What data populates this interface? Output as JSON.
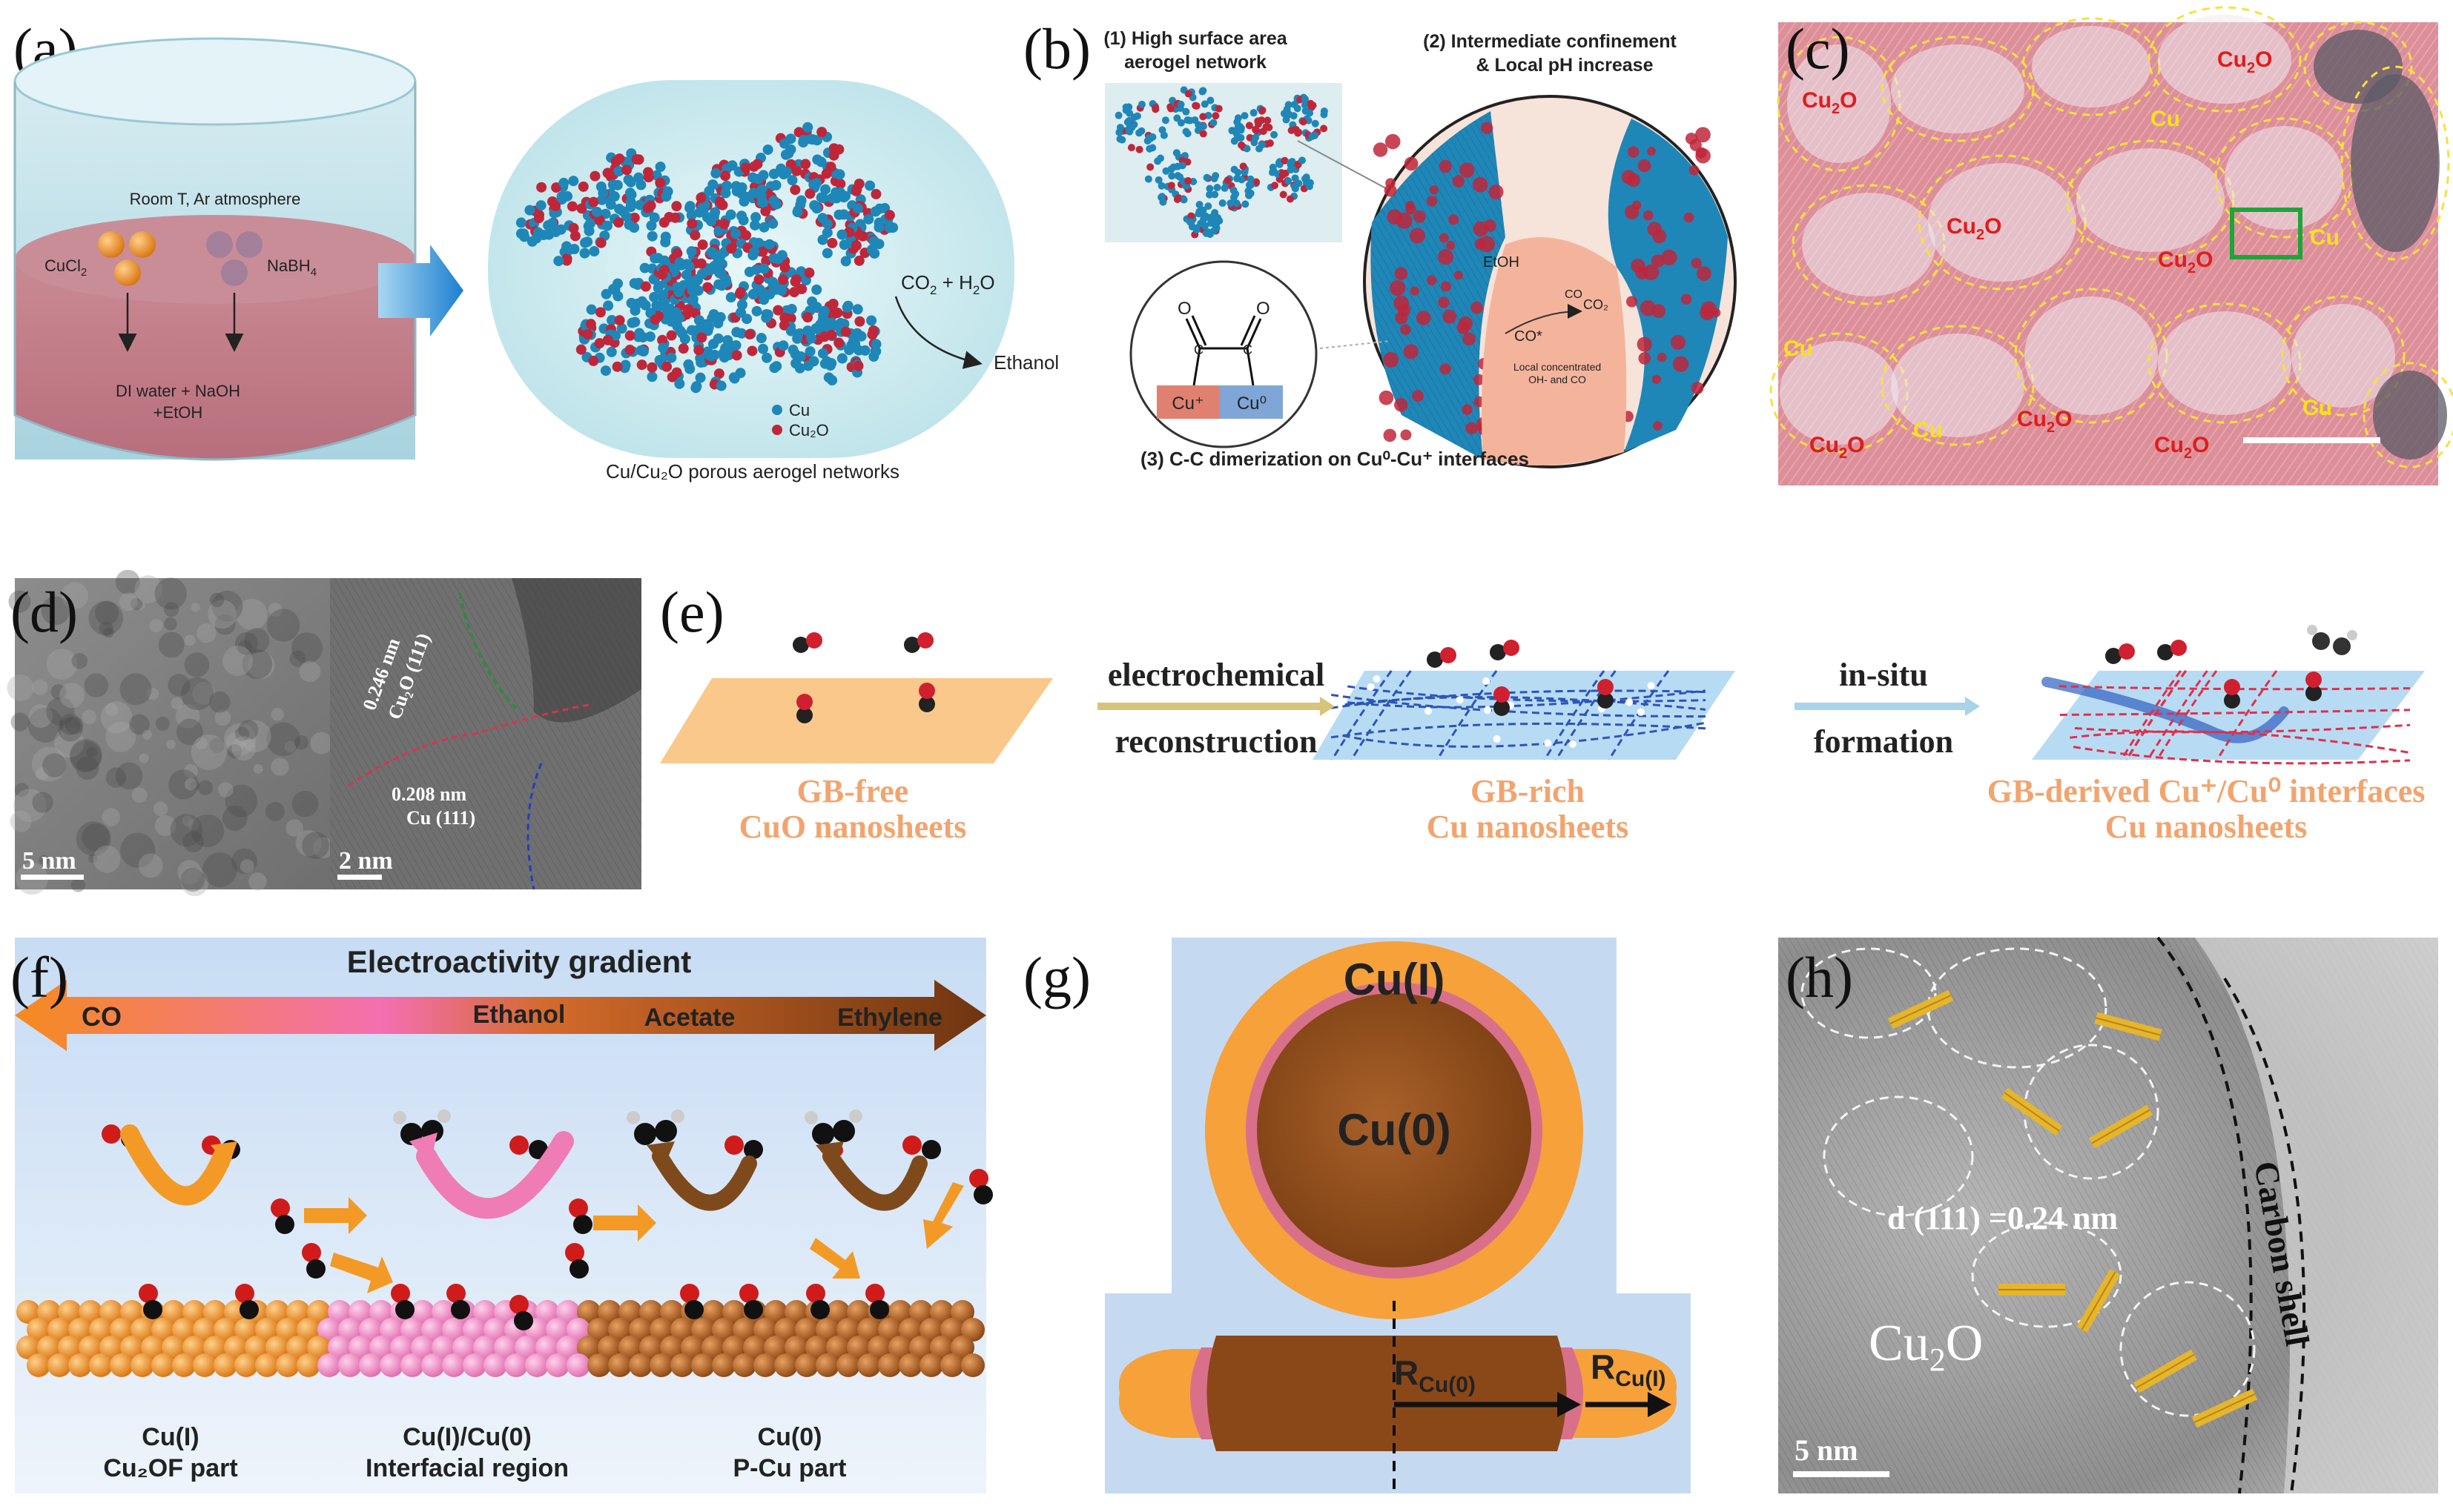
{
  "panel_labels": {
    "a": "(a)",
    "b": "(b)",
    "c": "(c)",
    "d": "(d)",
    "e": "(e)",
    "f": "(f)",
    "g": "(g)",
    "h": "(h)"
  },
  "a": {
    "room": "Room T, Ar atmosphere",
    "cucl2": "CuCl",
    "cucl2_sub": "2",
    "nabh4": "NaBH",
    "nabh4_sub": "4",
    "water1": "DI water + NaOH",
    "water2": "+EtOH",
    "co2": "CO",
    "co2_sub": "2",
    "co2_rest": " + H",
    "h2o_sub": "2",
    "h2o_end": "O",
    "ethanol": "Ethanol",
    "leg_cu": "Cu",
    "leg_cu2o": "Cu₂O",
    "caption": "Cu/Cu₂O porous aerogel networks"
  },
  "b": {
    "s1a": "(1) High surface area",
    "s1b": "aerogel network",
    "s2a": "(2) Intermediate confinement",
    "s2b": "& Local pH increase",
    "s3": "(3) C-C dimerization on Cu⁰-Cu⁺ interfaces",
    "etoh": "EtOH",
    "co": "CO",
    "co2": "CO₂",
    "coads": "CO*",
    "local1": "Local concentrated",
    "local2": "OH- and CO",
    "cuplus": "Cu⁺",
    "cu0": "Cu⁰"
  },
  "c": {
    "labels": [
      {
        "t": "Cu",
        "s": "2",
        "e": "O",
        "k": "r"
      },
      {
        "t": "Cu",
        "s": "2",
        "e": "O",
        "k": "r"
      },
      {
        "t": "Cu",
        "s": "",
        "e": "",
        "k": "y"
      },
      {
        "t": "Cu",
        "s": "2",
        "e": "O",
        "k": "r"
      },
      {
        "t": "Cu",
        "s": "2",
        "e": "O",
        "k": "r"
      },
      {
        "t": "Cu",
        "s": "",
        "e": "",
        "k": "y"
      },
      {
        "t": "Cu",
        "s": "",
        "e": "",
        "k": "y"
      },
      {
        "t": "Cu",
        "s": "2",
        "e": "O",
        "k": "r"
      },
      {
        "t": "Cu",
        "s": "",
        "e": "",
        "k": "y"
      },
      {
        "t": "Cu",
        "s": "2",
        "e": "O",
        "k": "r"
      },
      {
        "t": "Cu",
        "s": "2",
        "e": "O",
        "k": "r"
      },
      {
        "t": "Cu",
        "s": "",
        "e": "",
        "k": "y"
      },
      {
        "t": "Cu",
        "s": "2",
        "e": "O",
        "k": "r"
      }
    ]
  },
  "d": {
    "scale1": "5 nm",
    "scale2": "2 nm",
    "d1": "0.246 nm",
    "d1b": "Cu₂O (111)",
    "d2": "0.208 nm",
    "d2b": "Cu (111)"
  },
  "e": {
    "arrow1a": "electrochemical",
    "arrow1b": "reconstruction",
    "arrow2a": "in-situ",
    "arrow2b": "formation",
    "s1a": "GB-free",
    "s1b": "CuO nanosheets",
    "s2a": "GB-rich",
    "s2b": "Cu nanosheets",
    "s3a": "GB-derived Cu⁺/Cu⁰ interfaces",
    "s3b": "Cu nanosheets"
  },
  "f": {
    "title": "Electroactivity gradient",
    "co": "CO",
    "ethanol": "Ethanol",
    "acetate": "Acetate",
    "ethylene": "Ethylene",
    "l1a": "Cu(I)",
    "l1b": "Cu₂OF part",
    "l2a": "Cu(I)/Cu(0)",
    "l2b": "Interfacial region",
    "l3a": "Cu(0)",
    "l3b": "P-Cu part"
  },
  "g": {
    "cu1": "Cu(I)",
    "cu0": "Cu(0)",
    "r0": "R",
    "r0sub": "Cu(0)",
    "r1": "R",
    "r1sub": "Cu(I)"
  },
  "h": {
    "d": "d (111) =0.24 nm",
    "cu2o": "Cu",
    "cu2o_sub": "2",
    "cu2o_end": "O",
    "shell": "Carbon shell",
    "scale": "5 nm"
  },
  "colors": {
    "cu_atom": "#1f86b8",
    "cu2o_atom": "#c0263a",
    "gb_orange": "#f2a46e",
    "grad_left": "#f5891c",
    "grad_mid": "#f06fb2",
    "grad_right": "#7a3a10"
  }
}
